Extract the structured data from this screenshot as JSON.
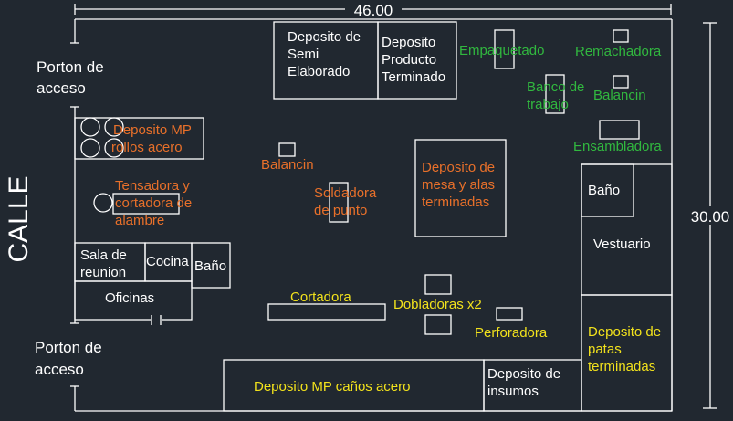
{
  "dimensions": {
    "width": "46.00",
    "height": "30.00"
  },
  "street": "CALLE",
  "gates": [
    {
      "line1": "Porton de",
      "line2": "acceso"
    },
    {
      "line1": "Porton de",
      "line2": "acceso"
    }
  ],
  "rooms": {
    "semi_deposit": [
      "Deposito de",
      "Semi",
      "Elaborado"
    ],
    "finished_deposit": [
      "Deposito",
      "Producto",
      "Terminado"
    ],
    "tables_deposit": [
      "Deposito de",
      "mesa y alas",
      "terminadas"
    ],
    "bathroom_right": "Baño",
    "locker_room": "Vestuario",
    "legs_deposit": [
      "Deposito de",
      "patas",
      "terminadas"
    ],
    "meeting_room": [
      "Sala de",
      "reunion"
    ],
    "kitchen": "Cocina",
    "bathroom_left": "Baño",
    "offices": "Oficinas",
    "pipes_deposit": "Deposito MP caños acero",
    "supplies_deposit": [
      "Deposito de",
      "insumos"
    ]
  },
  "machines": {
    "coil_deposit": [
      "Deposito MP",
      "rollos acero"
    ],
    "wire_machine": [
      "Tensadora y",
      "cortadora de",
      "alambre"
    ],
    "press_left": "Balancin",
    "spot_welder": [
      "Soldadora",
      "de punto"
    ],
    "packing": "Empaquetado",
    "riveter": "Remachadora",
    "workbench": [
      "Banco de",
      "trabajo"
    ],
    "press_right": "Balancin",
    "assembler": "Ensambladora",
    "cutter": "Cortadora",
    "benders": "Dobladoras x2",
    "driller": "Perforadora"
  },
  "colors": {
    "background": "#212830",
    "lines": "#ffffff",
    "orange": "#e8702a",
    "green": "#31b83f",
    "yellow": "#f2e21c"
  }
}
